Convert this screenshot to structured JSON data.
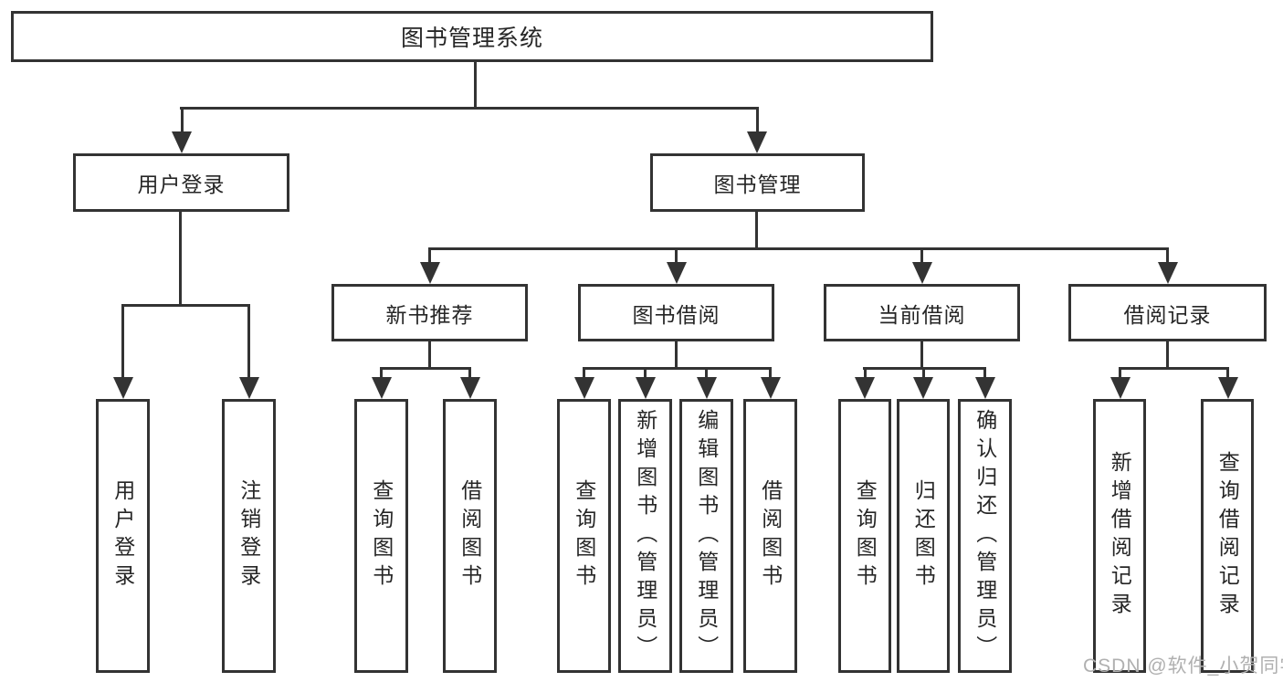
{
  "diagram": {
    "root": "图书管理系统",
    "branches": [
      {
        "label": "用户登录",
        "children": [
          "用户登录",
          "注销登录"
        ]
      },
      {
        "label": "图书管理",
        "children": [
          {
            "label": "新书推荐",
            "children": [
              "查询图书",
              "借阅图书"
            ]
          },
          {
            "label": "图书借阅",
            "children": [
              "查询图书",
              "新增图书（管理员）",
              "编辑图书（管理员）",
              "借阅图书"
            ]
          },
          {
            "label": "当前借阅",
            "children": [
              "查询图书",
              "归还图书",
              "确认归还（管理员）"
            ]
          },
          {
            "label": "借阅记录",
            "children": [
              "新增借阅记录",
              "查询借阅记录"
            ]
          }
        ]
      }
    ]
  },
  "watermark": "CSDN @软件_小贺同学",
  "colors": {
    "line": "#333333",
    "text": "#262626",
    "watermark": "#b0b0b0",
    "bg": "#ffffff"
  }
}
